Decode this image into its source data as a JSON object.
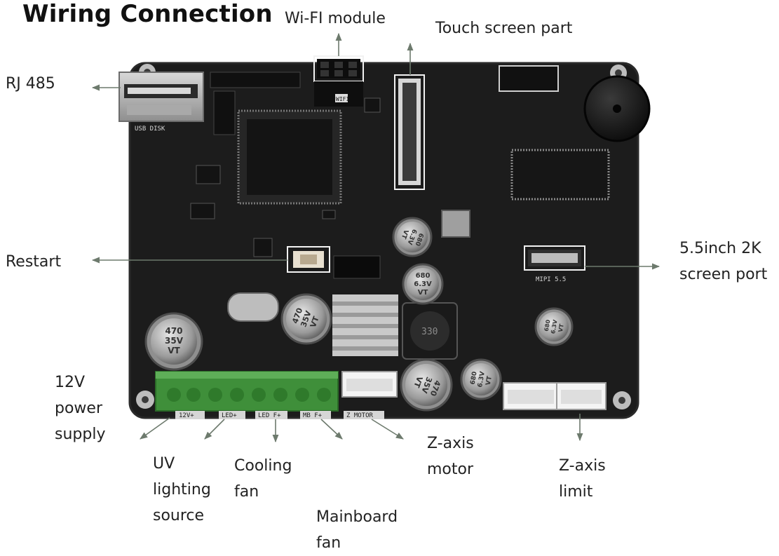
{
  "title": "Wiring Connection",
  "callouts": {
    "wifi": "Wi-FI module",
    "touch": "Touch screen part",
    "rj485": "RJ 485",
    "restart": "Restart",
    "screen_port": "5.5inch 2K\nscreen port",
    "power": "12V\npower\nsupply",
    "uv": "UV\nlighting\nsource",
    "cooling": "Cooling\nfan",
    "mainboard_fan": "Mainboard\nfan",
    "z_motor": "Z-axis\nmotor",
    "z_limit": "Z-axis\nlimit"
  },
  "board": {
    "capacitor_470": "470\n35V\nVT",
    "capacitor_680": "680\n6.3V\nVT",
    "silk_12v": "12V+",
    "silk_led": "LED+",
    "silk_ledf": "LED F+",
    "silk_mbf": "MB F+",
    "silk_zmotor": "Z MOTOR",
    "silk_mipi": "MIPI 5.5",
    "silk_usb": "USB DISK",
    "silk_wifi": "WIFI",
    "inductor": "330"
  },
  "colors": {
    "board": "#1c1c1c",
    "board_edge": "#2a2a2a",
    "connector_green": "#3f8f3a",
    "highlight_box": "#f2f2f2",
    "arrow": "#6d7a6d",
    "heatsink": "#c9c9c9"
  }
}
